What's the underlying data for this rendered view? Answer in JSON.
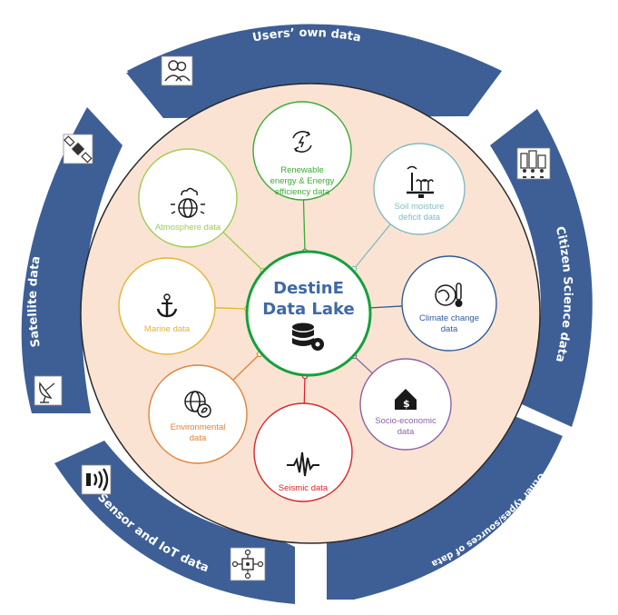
{
  "center": {
    "title_line1": "DestinE",
    "title_line2": "Data Lake",
    "color": "#14a03c",
    "icon": "database-gear-icon"
  },
  "nodes": [
    {
      "id": "renewable",
      "label_lines": [
        "Renewable",
        "energy & Energy",
        "efficiency data"
      ],
      "color": "#3aaa35",
      "icon": "recycle-energy-icon"
    },
    {
      "id": "soil",
      "label_lines": [
        "Soil moisture",
        "deficit data"
      ],
      "color": "#7fbcc2",
      "icon": "soil-sensor-icon"
    },
    {
      "id": "climate",
      "label_lines": [
        "Climate change",
        "data"
      ],
      "color": "#2e5c9a",
      "icon": "climate-globe-icon"
    },
    {
      "id": "socio",
      "label_lines": [
        "Socio-economic",
        "data"
      ],
      "color": "#8a63a8",
      "icon": "house-dollar-icon"
    },
    {
      "id": "seismic",
      "label_lines": [
        "Seismic data"
      ],
      "color": "#d6262b",
      "icon": "seismic-wave-icon"
    },
    {
      "id": "environmental",
      "label_lines": [
        "Environmental",
        "data"
      ],
      "color": "#e0823a",
      "icon": "globe-leaf-icon"
    },
    {
      "id": "marine",
      "label_lines": [
        "Marine data"
      ],
      "color": "#e2b431",
      "icon": "anchor-icon"
    },
    {
      "id": "atmosphere",
      "label_lines": [
        "Atmosphere data"
      ],
      "color": "#9ccc55",
      "icon": "weather-globe-icon"
    }
  ],
  "bands": [
    {
      "id": "users",
      "label": "Users’ own data",
      "icon": "users-icon"
    },
    {
      "id": "citizen",
      "label": "Citizen Science data",
      "icon": "city-people-icon"
    },
    {
      "id": "other",
      "label": "Other types/sources of data",
      "icon": ""
    },
    {
      "id": "sensor",
      "label": "Sensor and IoT data",
      "icon": "wifi-signal-icon"
    },
    {
      "id": "satellite",
      "label": "Satellite data",
      "icon": "satellite-icon"
    }
  ],
  "extra_icons": {
    "satellite_dish": "satellite-dish-icon",
    "iot_network": "iot-network-icon"
  },
  "colors": {
    "band_fill": "#3d5f96",
    "disc_fill": "#fbe3d3",
    "disc_stroke": "#2a2a2a"
  }
}
